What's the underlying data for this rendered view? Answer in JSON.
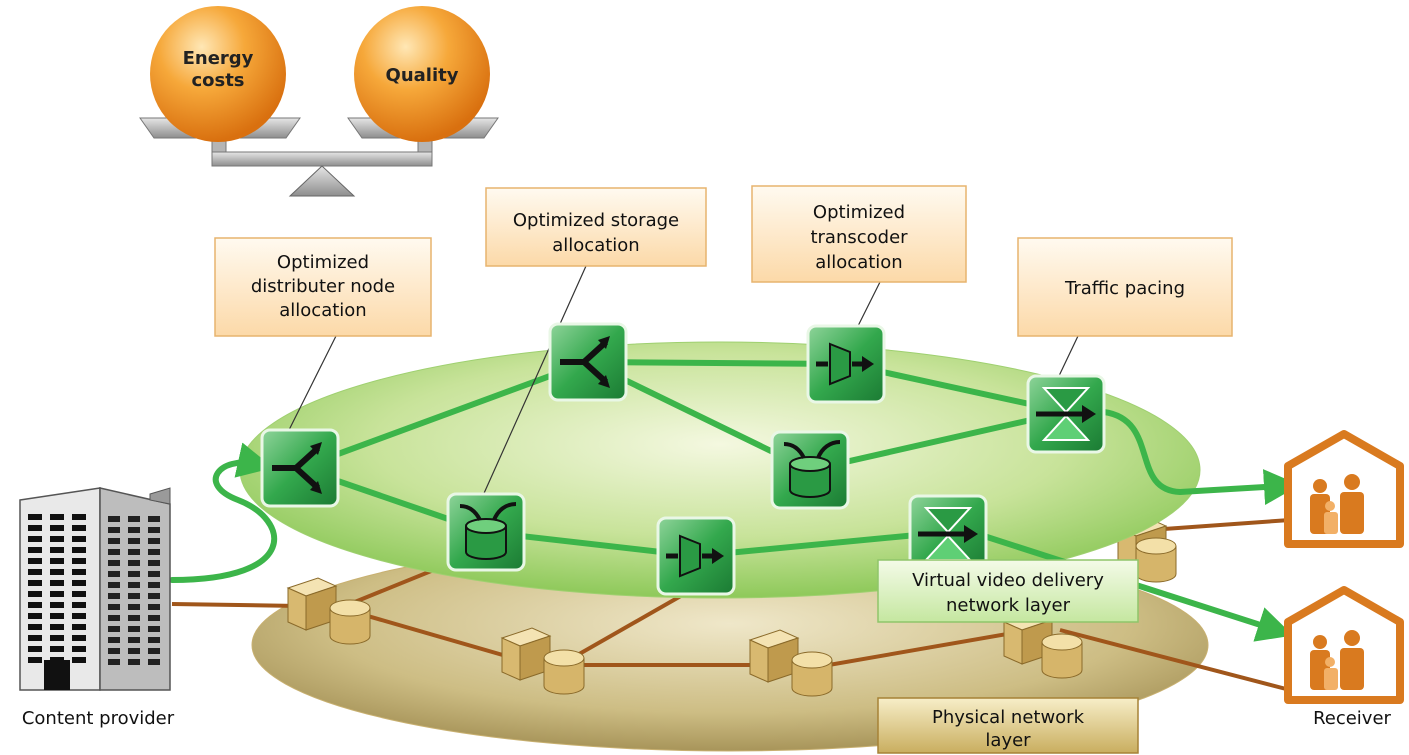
{
  "balance": {
    "left_label_line1": "Energy",
    "left_label_line2": "costs",
    "right_label": "Quality"
  },
  "callouts": {
    "distributer": [
      "Optimized",
      "distributer node",
      "allocation"
    ],
    "storage": [
      "Optimized storage",
      "allocation"
    ],
    "transcoder": [
      "Optimized",
      "transcoder",
      "allocation"
    ],
    "pacing": [
      "Traffic pacing"
    ]
  },
  "layers": {
    "virtual": [
      "Virtual video delivery",
      "network layer"
    ],
    "physical": [
      "Physical network",
      "layer"
    ]
  },
  "labels": {
    "content_provider": "Content  provider",
    "receiver": "Receiver"
  },
  "colors": {
    "orange_sphere": "#f39a1e",
    "green_node": "#2fa84a",
    "green_link": "#3cb54a",
    "physical_link": "#a0561b",
    "house": "#d97a1f",
    "callout_fill": "#fde2bd"
  }
}
